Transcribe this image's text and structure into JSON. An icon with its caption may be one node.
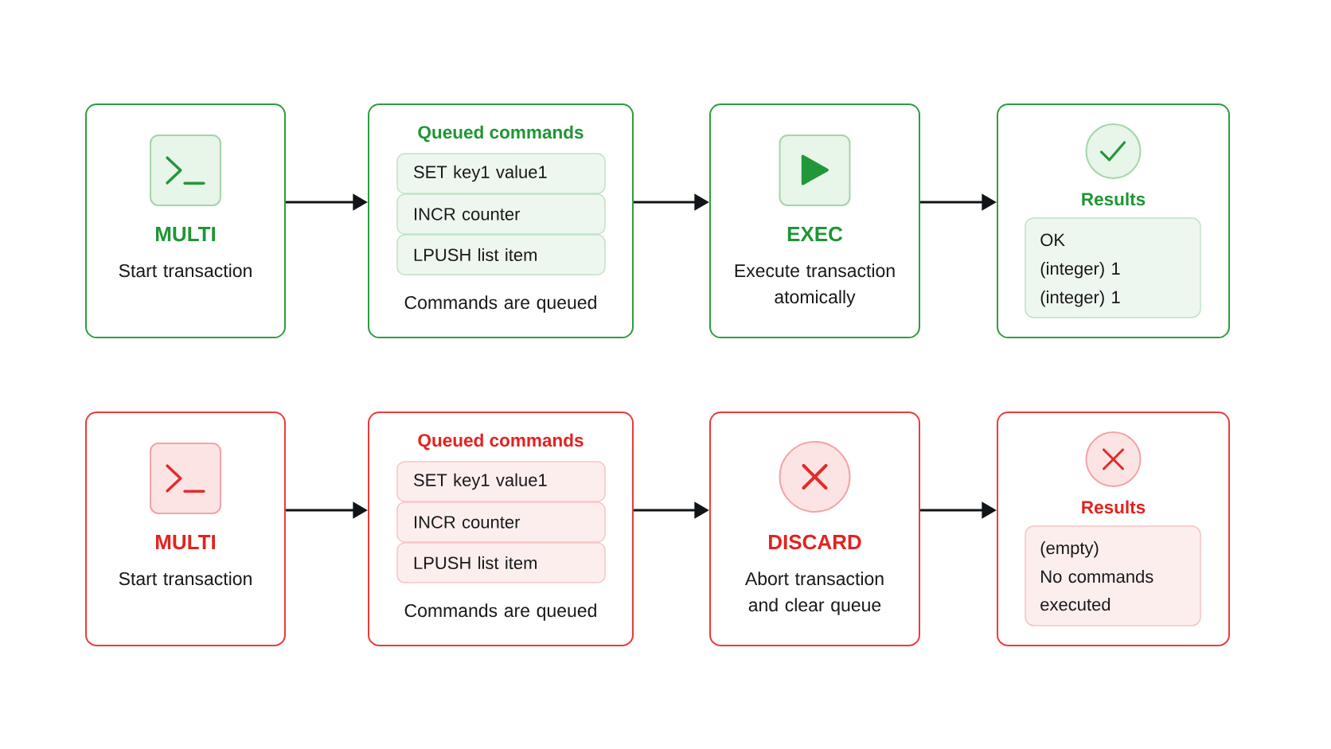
{
  "diagram": {
    "nodes": [
      {
        "text": [
          "MULTI",
          "Start transaction"
        ]
      },
      {
        "text": [
          "Queued commands",
          "Commands are queued"
        ]
      },
      {
        "text": [
          "SET key1 value1"
        ],
        "in": 1
      },
      {
        "text": [
          "INCR counter"
        ],
        "in": 1
      },
      {
        "text": [
          "LPUSH list item"
        ],
        "in": 1
      },
      {
        "text": [
          "EXEC",
          "Execute transaction atomically"
        ]
      },
      {
        "text": [
          "Results"
        ]
      },
      {
        "text": [
          "OK",
          "(integer) 1",
          "(integer) 1"
        ],
        "in": 6
      },
      {
        "text": [
          "MULTI",
          "Start transaction"
        ]
      },
      {
        "text": [
          "Queued commands",
          "Commands are queued"
        ]
      },
      {
        "text": [
          "SET key1 value1"
        ],
        "in": 9
      },
      {
        "text": [
          "INCR counter"
        ],
        "in": 9
      },
      {
        "text": [
          "LPUSH list item"
        ],
        "in": 9
      },
      {
        "text": [
          "DISCARD",
          "Abort transaction and clear queue"
        ]
      },
      {
        "text": [
          "Results"
        ]
      },
      {
        "text": [
          "(empty)",
          "No commands executed"
        ],
        "in": 14
      }
    ],
    "edges": [
      {
        "from": 0,
        "to": 1,
        "arrow": "to"
      },
      {
        "from": 1,
        "to": 5,
        "arrow": "to"
      },
      {
        "from": 5,
        "to": 6,
        "arrow": "to"
      },
      {
        "from": 8,
        "to": 9,
        "arrow": "to"
      },
      {
        "from": 9,
        "to": 13,
        "arrow": "to"
      },
      {
        "from": 13,
        "to": 14,
        "arrow": "to"
      }
    ]
  }
}
